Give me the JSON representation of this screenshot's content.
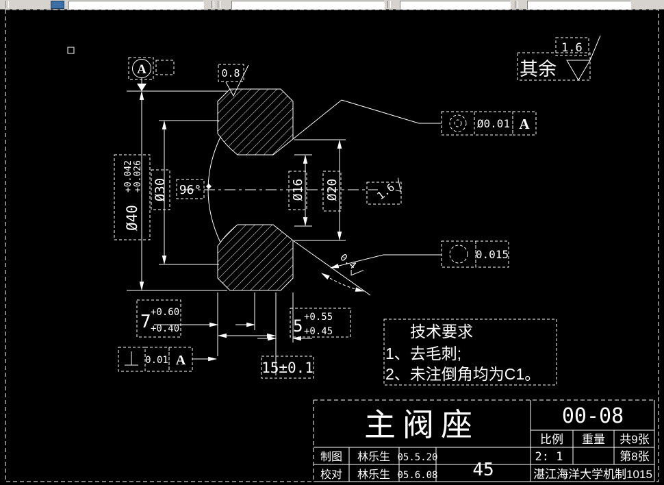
{
  "annotations": {
    "surface_other_label": "其余",
    "surface_other_value": "1.6",
    "roughness_top": "0.8",
    "roughness_cone": "1.6",
    "roughness_seat": "0.4",
    "cone_angle": "96°",
    "datum_label": "A"
  },
  "dimensions": {
    "dia40": {
      "main": "Ø40",
      "tol_upper": "+0.042",
      "tol_lower": "+0.026"
    },
    "dia30": "Ø30",
    "dia16": "Ø16",
    "dia20": "Ø20",
    "len7": {
      "main": "7",
      "tol_upper": "+0.60",
      "tol_lower": "+0.40"
    },
    "len5": {
      "main": "5",
      "tol_upper": "+0.55",
      "tol_lower": "+0.45"
    },
    "len15": "15±0.1"
  },
  "gdt": {
    "concentricity": {
      "value": "Ø0.01",
      "datum": "A"
    },
    "circularity": {
      "value": "0.015"
    },
    "perpendicularity": {
      "value": "0.01",
      "datum": "A"
    }
  },
  "tech_requirements": {
    "title": "技术要求",
    "items": [
      "1、去毛刺;",
      "2、未注倒角均为C1。"
    ]
  },
  "title_block": {
    "part_name": "主阀座",
    "drawing_no": "00-08",
    "scale_label": "比例",
    "weight_label": "重量",
    "total_sheets": "共9张",
    "scale_value": "2: 1",
    "sheet_no": "第8张",
    "organization": "湛江海洋大学机制1015",
    "drawn_label": "制图",
    "drawn_name": "林乐生",
    "drawn_date": "05.5.20",
    "check_label": "校对",
    "check_name": "林乐生",
    "check_date": "05.6.08",
    "material": "45"
  },
  "colors": {
    "background": "#000000",
    "line": "#ffffff",
    "toolbar": "#d6d3ce"
  }
}
